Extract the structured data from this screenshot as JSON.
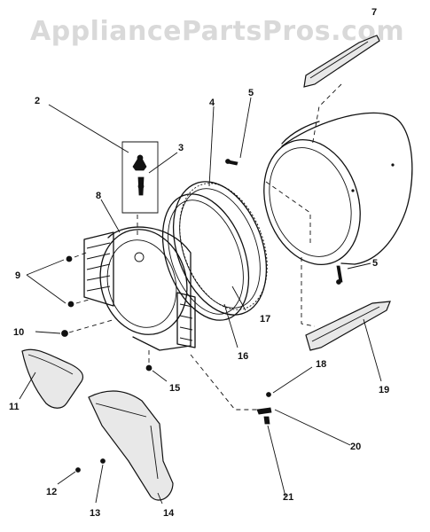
{
  "watermark": "AppliancePartsPros.com",
  "callouts": {
    "c2": "2",
    "c3": "3",
    "c4": "4",
    "c5a": "5",
    "c5b": "5",
    "c7": "7",
    "c8": "8",
    "c9": "9",
    "c10": "10",
    "c11": "11",
    "c12": "12",
    "c13": "13",
    "c14": "14",
    "c15": "15",
    "c16": "16",
    "c17": "17",
    "c18": "18",
    "c19": "19",
    "c20": "20",
    "c21": "21"
  }
}
